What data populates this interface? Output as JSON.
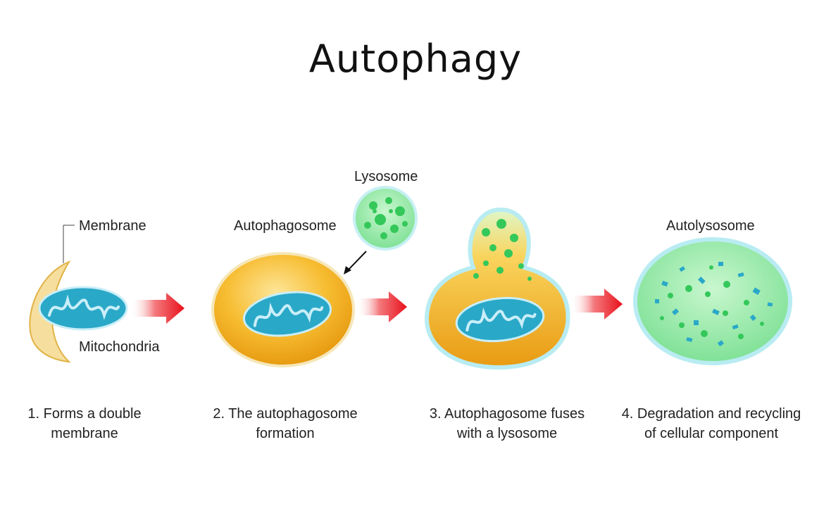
{
  "title": "Autophagy",
  "labels": {
    "membrane": "Membrane",
    "mitochondria": "Mitochondria",
    "autophagosome": "Autophagosome",
    "lysosome": "Lysosome",
    "autolysosome": "Autolysosome"
  },
  "steps": [
    {
      "line1": "1. Forms a double",
      "line2": "membrane"
    },
    {
      "line1": "2. The autophagosome",
      "line2": "formation"
    },
    {
      "line1": "3. Autophagosome fuses",
      "line2": "with a lysosome"
    },
    {
      "line1": "4. Degradation and recycling",
      "line2": "of cellular component"
    }
  ],
  "colors": {
    "mitochondria": "#2aa8c8",
    "vesicle_yellow": "#f5b324",
    "lysosome_green": "#5ed67a",
    "membrane_cyan": "#b8ecf2",
    "arrow_red": "#e8101a"
  }
}
